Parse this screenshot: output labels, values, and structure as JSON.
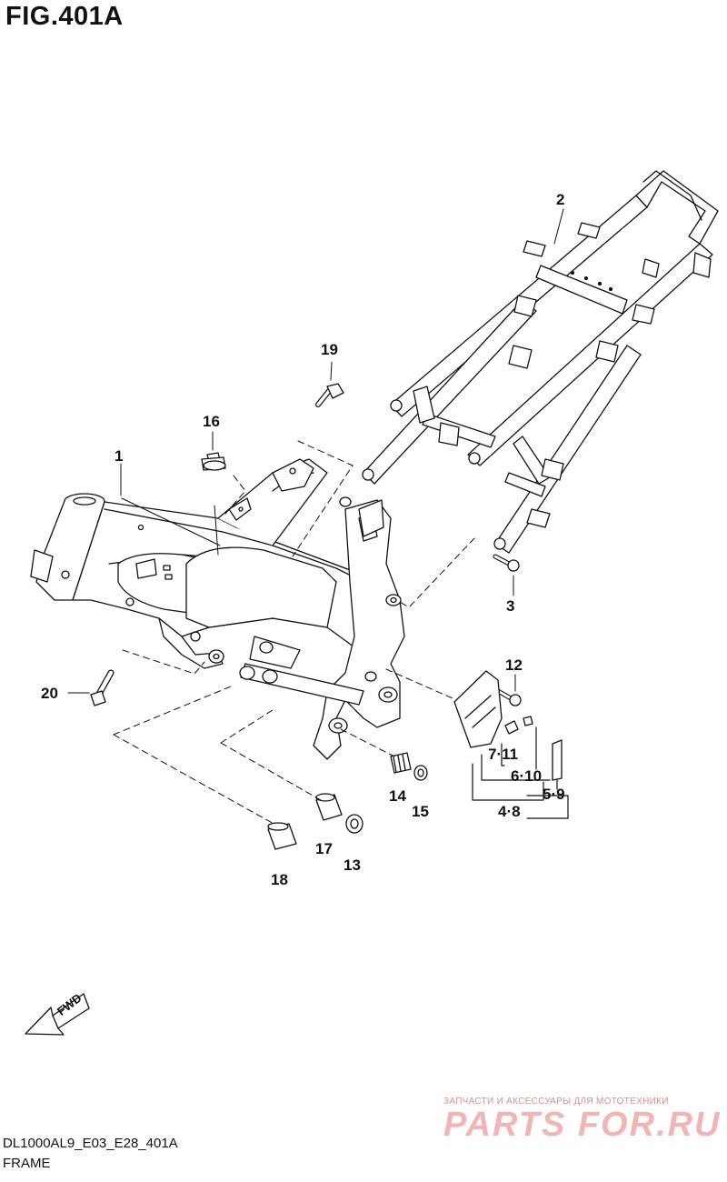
{
  "figure": {
    "title": "FIG.401A",
    "code": "DL1000AL9_E03_E28_401A",
    "name": "FRAME"
  },
  "callouts": [
    {
      "id": "c1",
      "text": "1"
    },
    {
      "id": "c2",
      "text": "2"
    },
    {
      "id": "c3",
      "text": "3"
    },
    {
      "id": "c12",
      "text": "12"
    },
    {
      "id": "c13",
      "text": "13"
    },
    {
      "id": "c14",
      "text": "14"
    },
    {
      "id": "c15",
      "text": "15"
    },
    {
      "id": "c16",
      "text": "16"
    },
    {
      "id": "c17",
      "text": "17"
    },
    {
      "id": "c18",
      "text": "18"
    },
    {
      "id": "c19",
      "text": "19"
    },
    {
      "id": "c20",
      "text": "20"
    },
    {
      "id": "c7_11",
      "text": "7·11"
    },
    {
      "id": "c6_10",
      "text": "6·10"
    },
    {
      "id": "c5_9",
      "text": "5·9"
    },
    {
      "id": "c4_8",
      "text": "4·8"
    }
  ],
  "fwd_arrow": {
    "label": "FWD",
    "icon": "fwd-arrow-icon"
  },
  "watermark": {
    "tagline": "ЗАПЧАСТИ И АКСЕССУАРЫ ДЛЯ МОТОТЕХНИКИ",
    "logo": "PARTS FOR.RU",
    "color": "#e05a5a"
  },
  "colors": {
    "line": "#111111",
    "background": "#ffffff"
  }
}
